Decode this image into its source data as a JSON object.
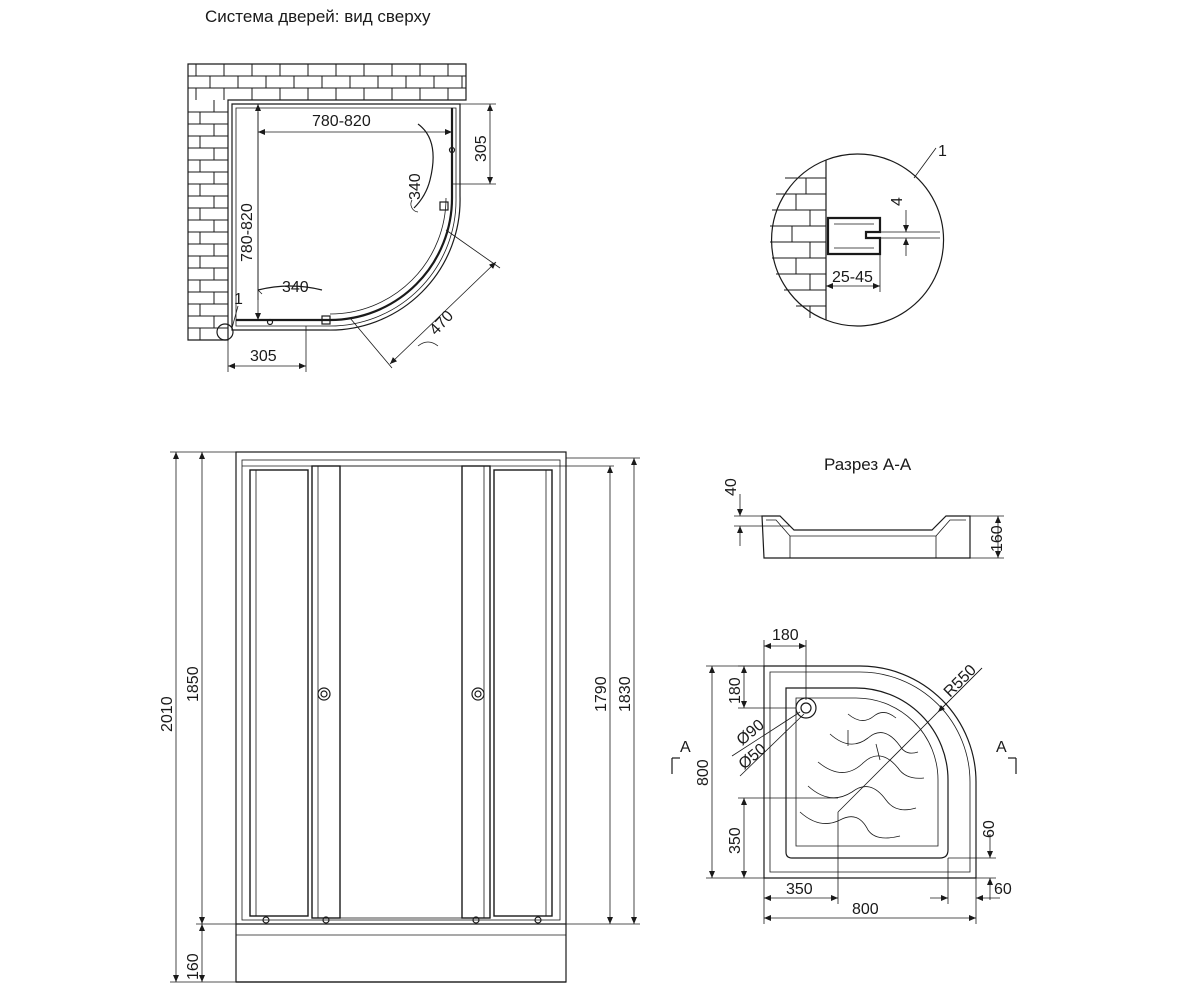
{
  "top_view": {
    "title": "Система дверей: вид сверху",
    "dim_width": "780-820",
    "dim_depth": "780-820",
    "dim_right_top": "305",
    "dim_bottom_left": "305",
    "dim_door_travel_right": "340",
    "dim_door_travel_bottom": "340",
    "dim_diagonal": "470",
    "callout": "1"
  },
  "detail": {
    "callout": "1",
    "dim_gap": "4",
    "dim_range": "25-45"
  },
  "front_view": {
    "dim_total": "2010",
    "dim_frame": "1850",
    "dim_base": "160",
    "dim_door": "1790",
    "dim_door_outer": "1830"
  },
  "section": {
    "title": "Разрез А-А",
    "dim_rim": "40",
    "dim_height": "160"
  },
  "tray": {
    "dim_drain_x": "180",
    "dim_drain_y": "180",
    "dim_radius": "R550",
    "dim_d90": "Ø90",
    "dim_d50": "Ø50",
    "dim_depth": "800",
    "dim_350_v": "350",
    "dim_350_h": "350",
    "dim_width": "800",
    "dim_rim_v": "60",
    "dim_rim_h": "60",
    "section_mark_left": "A",
    "section_mark_right": "A"
  }
}
